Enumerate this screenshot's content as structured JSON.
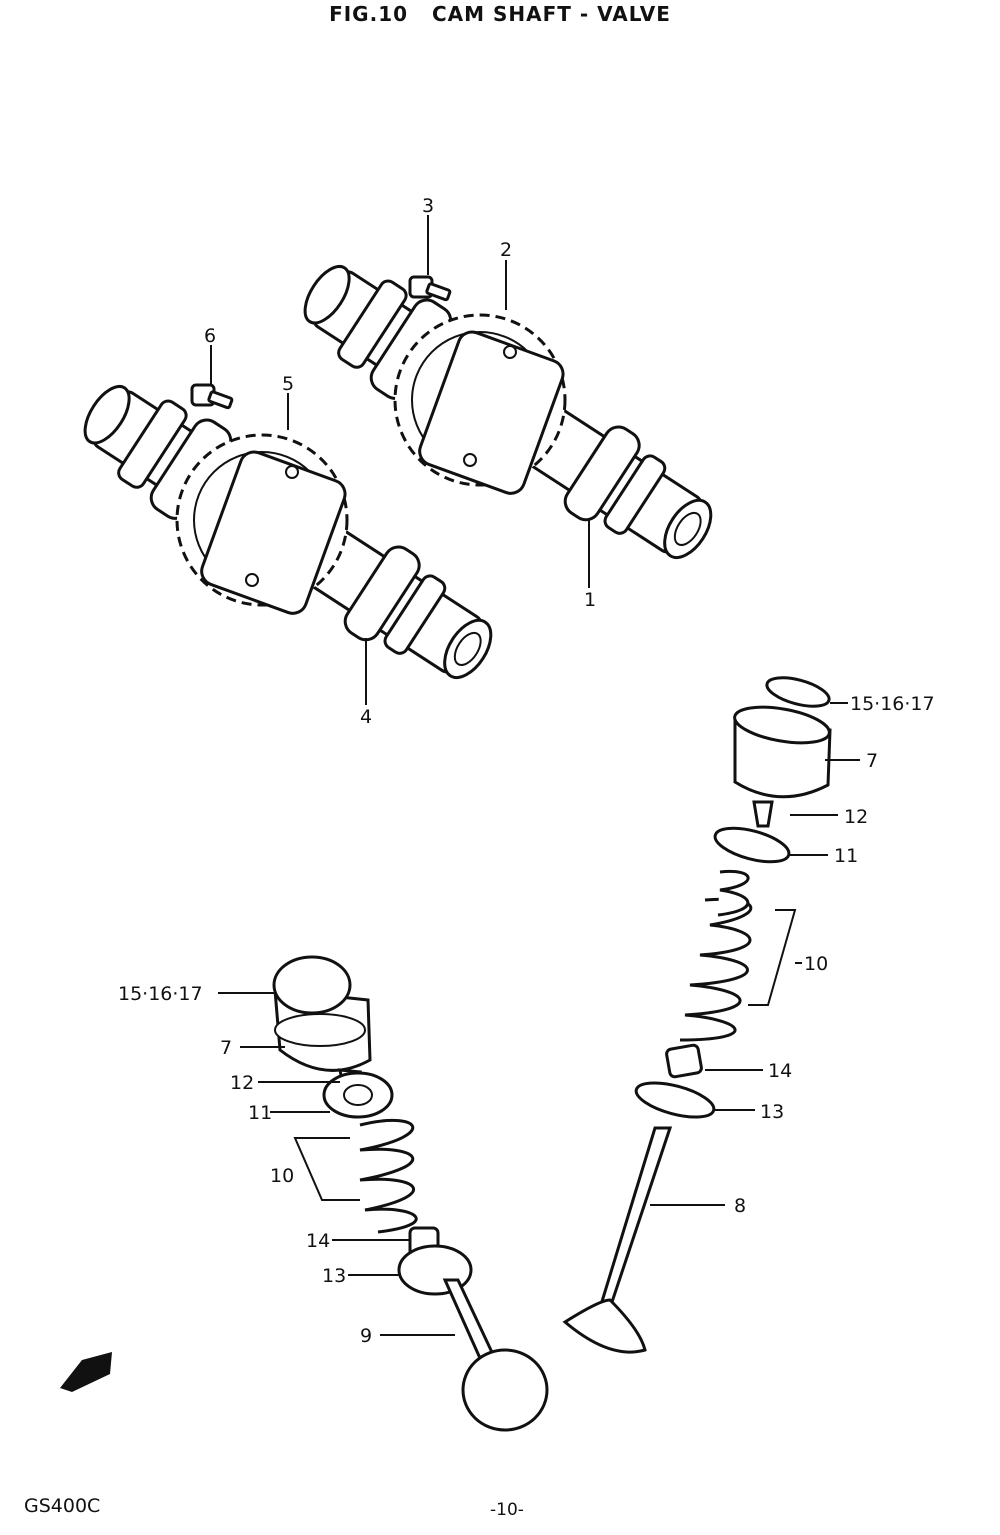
{
  "header": {
    "fig": "FIG.10",
    "title": "CAM SHAFT - VALVE"
  },
  "callouts": {
    "c1": "1",
    "c2": "2",
    "c3": "3",
    "c4": "4",
    "c5": "5",
    "c6": "6",
    "c7a": "7",
    "c7b": "7",
    "c8": "8",
    "c9": "9",
    "c10a": "10",
    "c10b": "10",
    "c11a": "11",
    "c11b": "11",
    "c12a": "12",
    "c12b": "12",
    "c13a": "13",
    "c13b": "13",
    "c14a": "14",
    "c14b": "14",
    "c15a": "15·16·17",
    "c15b": "15·16·17"
  },
  "footer": {
    "model": "GS400C",
    "page": "-10-"
  },
  "icons": {
    "front_arrow": "front-direction-arrow-icon"
  }
}
